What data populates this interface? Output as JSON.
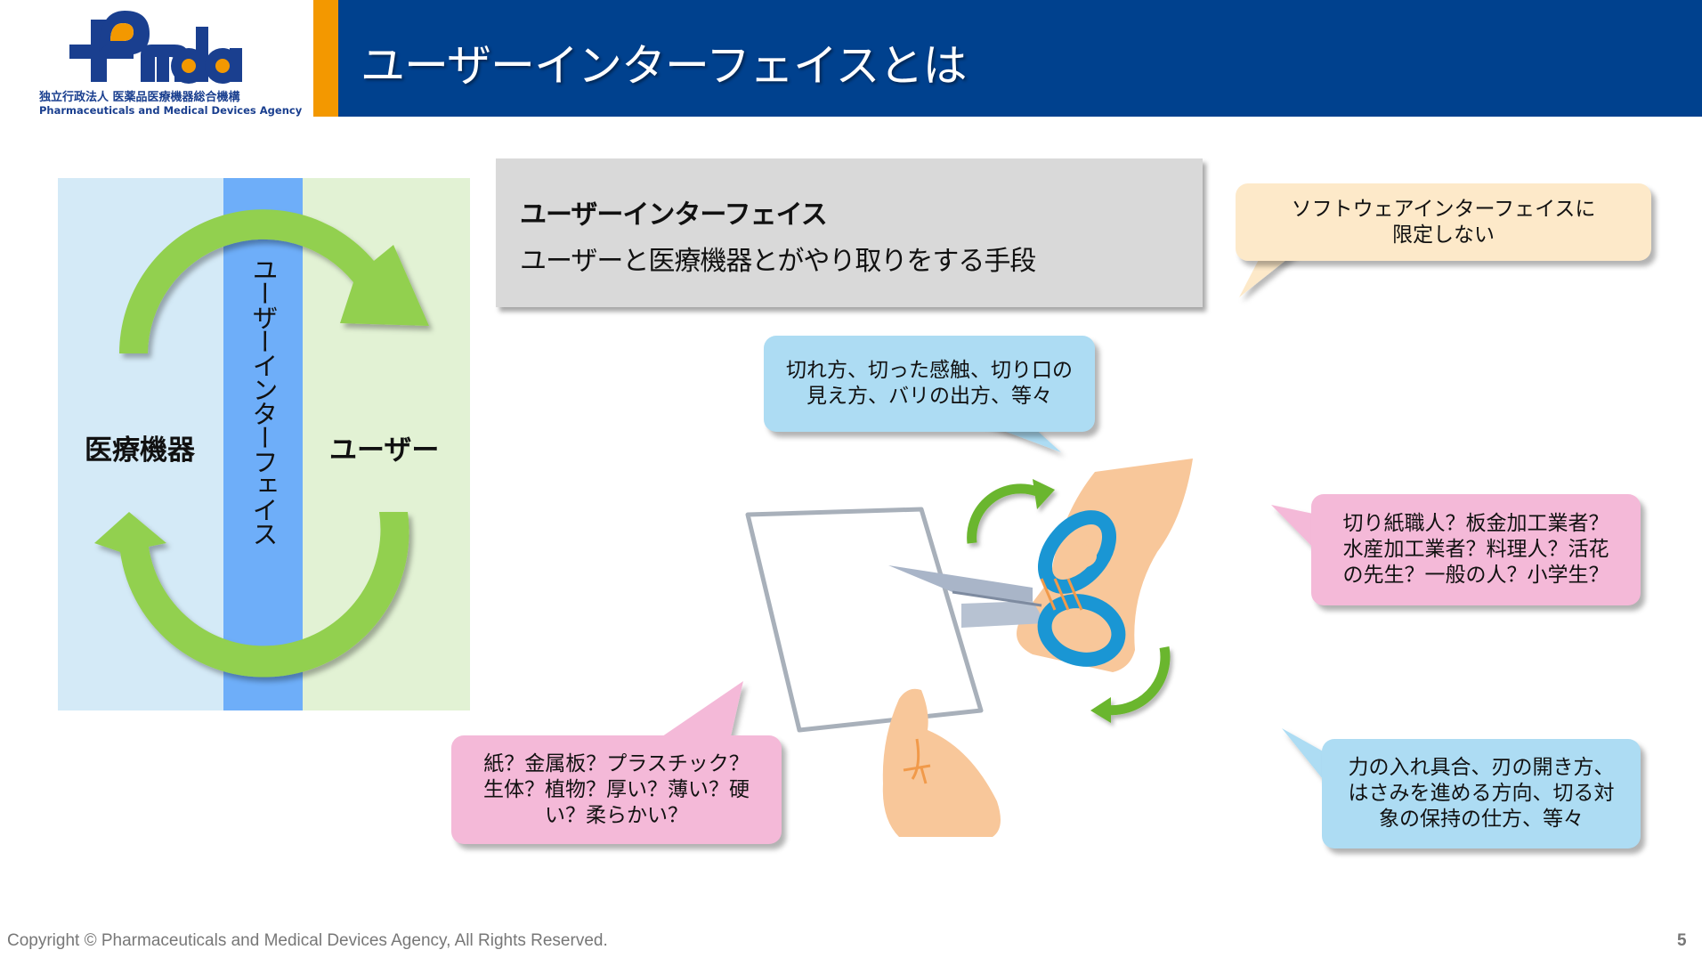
{
  "logo": {
    "wordmark": "Pmda",
    "subtitle_jp": "独立行政法人 医薬品医療機器総合機構",
    "subtitle_en": "Pharmaceuticals and Medical Devices Agency",
    "colors": {
      "navy": "#1a3f8f",
      "orange": "#f39800"
    }
  },
  "header": {
    "title": "ユーザーインターフェイスとは",
    "bar_color": "#00418e",
    "accent_color": "#f39800"
  },
  "diagram": {
    "left_label": "医療機器",
    "middle_label": "ユーザーインターフェイス",
    "right_label": "ユーザー",
    "colors": {
      "left": "#d4eaf7",
      "middle": "#6eaef9",
      "right": "#e2f2d4",
      "arrow": "#92d050"
    },
    "arrows": [
      "top-arc-left-to-right",
      "bottom-arc-right-to-left"
    ]
  },
  "definition": {
    "term": "ユーザーインターフェイス",
    "description": "ユーザーと医療機器とがやり取りをする手段"
  },
  "callouts": {
    "software": {
      "lines": [
        "ソフトウェアインターフェイスに",
        "限定しない"
      ],
      "color": "#fde9c9"
    },
    "cut_quality": {
      "lines": [
        "切れ方、切った感触、切り口の",
        "見え方、バリの出方、等々"
      ],
      "color": "#addcf3"
    },
    "users": {
      "lines": [
        "切り紙職人？板金加工業者？",
        "水産加工業者？料理人？活花",
        "の先生？一般の人？小学生？"
      ],
      "color": "#f4b9d8"
    },
    "operation": {
      "lines": [
        "力の入れ具合、刃の開き方、",
        "はさみを進める方向、切る対",
        "象の保持の仕方、等々"
      ],
      "color": "#addcf3"
    },
    "materials": {
      "lines": [
        "紙？金属板？プラスチック？",
        "生体？植物？厚い？薄い？硬",
        "い？柔らかい？"
      ],
      "color": "#f4b9d8"
    }
  },
  "illustration": {
    "subject": "hand-cutting-paper-with-scissors",
    "scissors_handle_color": "#1a96d4",
    "skin_color": "#f8c79a",
    "rotation_arrow_color": "#6ab62f"
  },
  "footer": {
    "copyright": "Copyright © Pharmaceuticals and Medical Devices Agency, All Rights Reserved.",
    "page_number": "5"
  }
}
